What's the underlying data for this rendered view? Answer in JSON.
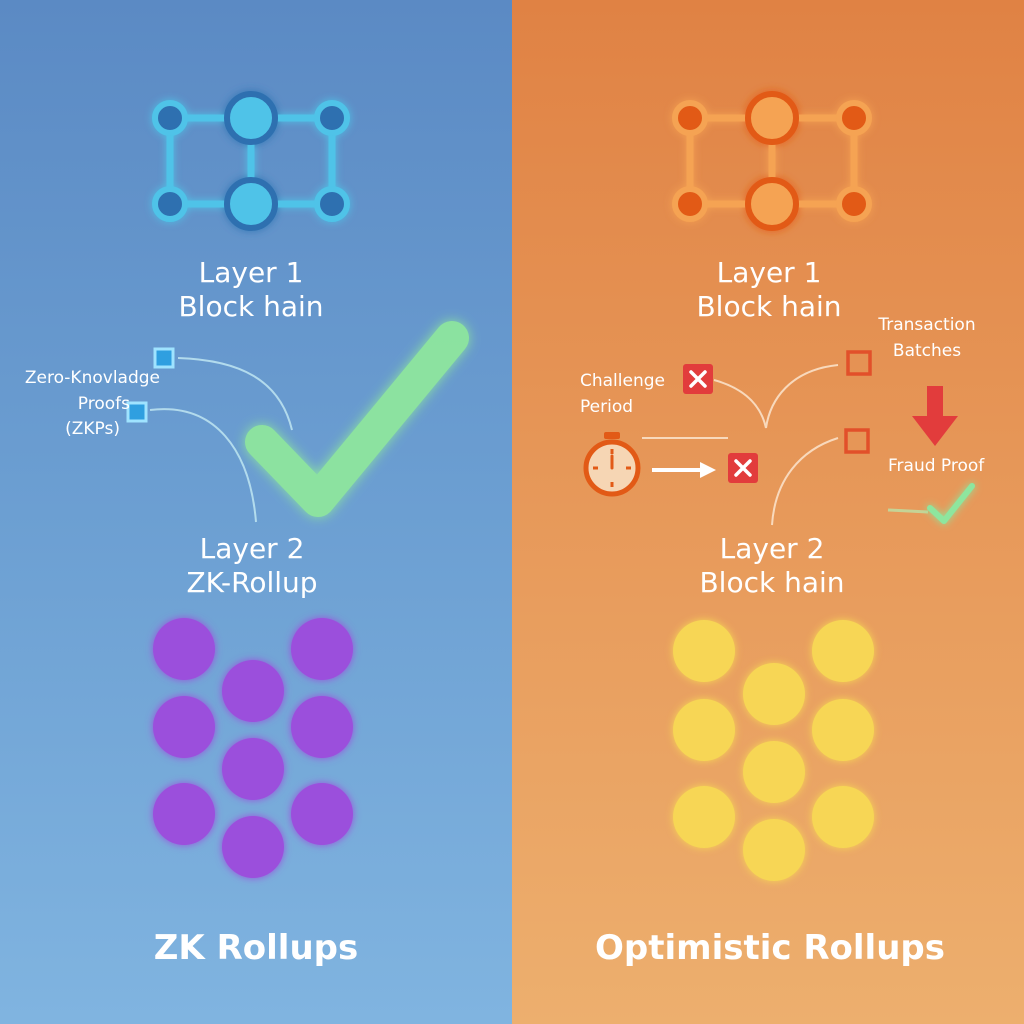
{
  "zk": {
    "layer1": [
      "Layer 1",
      "Block hain"
    ],
    "layer2": [
      "Layer 2",
      "ZK-Rollup"
    ],
    "zkp": [
      "Zero-Knovladge",
      "Proofs",
      "(ZKPs)"
    ],
    "title": "ZK Rollups"
  },
  "optimistic": {
    "layer1": [
      "Layer 1",
      "Block hain"
    ],
    "layer2": [
      "Layer 2",
      "Block hain"
    ],
    "challenge": [
      "Challenge",
      "Period"
    ],
    "batches": [
      "Transaction",
      "Batches"
    ],
    "fraud": "Fraud Proof",
    "title": "Optimistic Rollups"
  },
  "colors": {
    "zk_node_fill": "#4fc3e8",
    "zk_node_dark": "#2f6fb0",
    "zk_dot": "#9b4fdc",
    "opt_node_fill": "#f5a352",
    "opt_node_dark": "#e25a16",
    "opt_dot": "#f7d654",
    "check": "#8ee69e",
    "reject": "#e23c3c"
  },
  "icons": [
    "network-icon",
    "check-icon",
    "square-icon",
    "x-icon",
    "timer-icon",
    "arrow-right-icon",
    "arrow-down-icon"
  ]
}
